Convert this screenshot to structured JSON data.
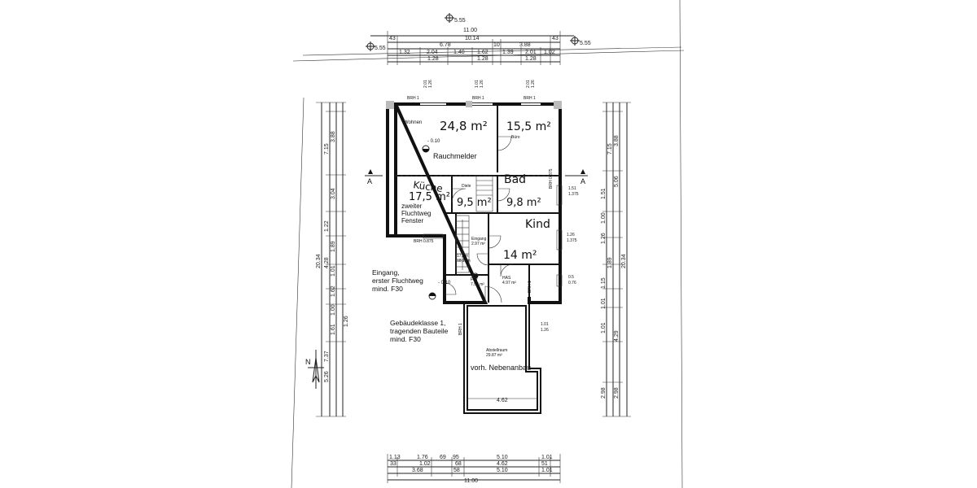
{
  "top_dimensions": {
    "overall": "11.00",
    "inner": "10.14",
    "edge_left": "43",
    "edge_right": "43",
    "row2": [
      "6.78",
      "10",
      "3.88"
    ],
    "row3": [
      "1.32",
      "2.04",
      "1.40",
      "1.62",
      "1.39",
      "2.01",
      "1.02"
    ],
    "row4": [
      "1.28",
      "1.28",
      "1.28"
    ],
    "marker_top": "5.55",
    "marker_left": "5.55",
    "marker_right": "5.55"
  },
  "bottom_dimensions": {
    "overall": "11.00",
    "row1": [
      "1.13",
      "1.76",
      "69",
      "95",
      "5.10",
      "1.01"
    ],
    "row2": [
      "33",
      "1.02",
      "68",
      "4.62",
      "51"
    ],
    "row3": [
      "3.68",
      "58",
      "5.10",
      "1.01"
    ]
  },
  "left_dimensions": {
    "overall": "20.34",
    "values": [
      "7.15",
      "3.88",
      "3.04",
      "1.22",
      "4.28",
      "1.89",
      "1.01",
      "1.62",
      "1.00",
      "1.61",
      "1.26",
      "7.37",
      "5.26"
    ]
  },
  "right_dimensions": {
    "overall": "20.34",
    "values": [
      "7.15",
      "3.88",
      "5.06",
      "1.51",
      "1.00",
      "1.26",
      "1.89",
      "1.15",
      "1.01",
      "1.01",
      "4.29",
      "2.98",
      "2.98"
    ]
  },
  "rooms": {
    "wohnen_label": "Wohnen",
    "wohnen_area": "24,8 m²",
    "wohnen_level": "- 0.10",
    "bueo_label": "Büro",
    "bueo_area": "15,5 m²",
    "kueche_label": "Küche",
    "kueche_area": "17,5 m²",
    "diele_label": "Diele",
    "diele_area": "9,5 m²",
    "bad_label": "Bad",
    "bad_area": "9,8 m²",
    "kind_label": "Kind",
    "kind_area": "14 m²",
    "eingang_label": "Eingang",
    "eingang_area": "2.97 m²",
    "flur_label": "Flur",
    "flur_area": "7.53 m²",
    "has_label": "HAS",
    "has_area": "4.97 m²",
    "stair_label": "17.5m",
    "stair_sub": "18,13m",
    "abstell_label": "Abstellraum",
    "abstell_area": "29.87 m²",
    "nebenanbau": "vorh. Nebenanbau",
    "nebenanbau_dim": "4.62"
  },
  "notes": {
    "rauchmelder": "Rauchmelder",
    "fluchtweg2_line1": "zweiter",
    "fluchtweg2_line2": "Fluchtweg",
    "fluchtweg2_line3": "Fenster",
    "eingang_line1": "Eingang,",
    "eingang_line2": "erster Fluchtweg",
    "eingang_line3": "mind. F30",
    "eingang_level": "- 0.10",
    "gk_line1": "Gebäudeklasse 1,",
    "gk_line2": "tragenden Bauteile",
    "gk_line3": "mind. F30"
  },
  "section_marks": {
    "left": "A",
    "right": "A"
  },
  "brh": [
    "BRH 1",
    "BRH 1",
    "BRH 1",
    "BRH 0.875",
    "BRH 0.875",
    "BRH 1",
    "BRH 1"
  ],
  "window_sizes": [
    "2.01",
    "1.26",
    "1.01",
    "1.26",
    "2.01",
    "1.26",
    "1.51",
    "1.375",
    "1.26",
    "1.375",
    "1.01",
    "1.26",
    "0.5",
    "0.76"
  ],
  "north": "N"
}
